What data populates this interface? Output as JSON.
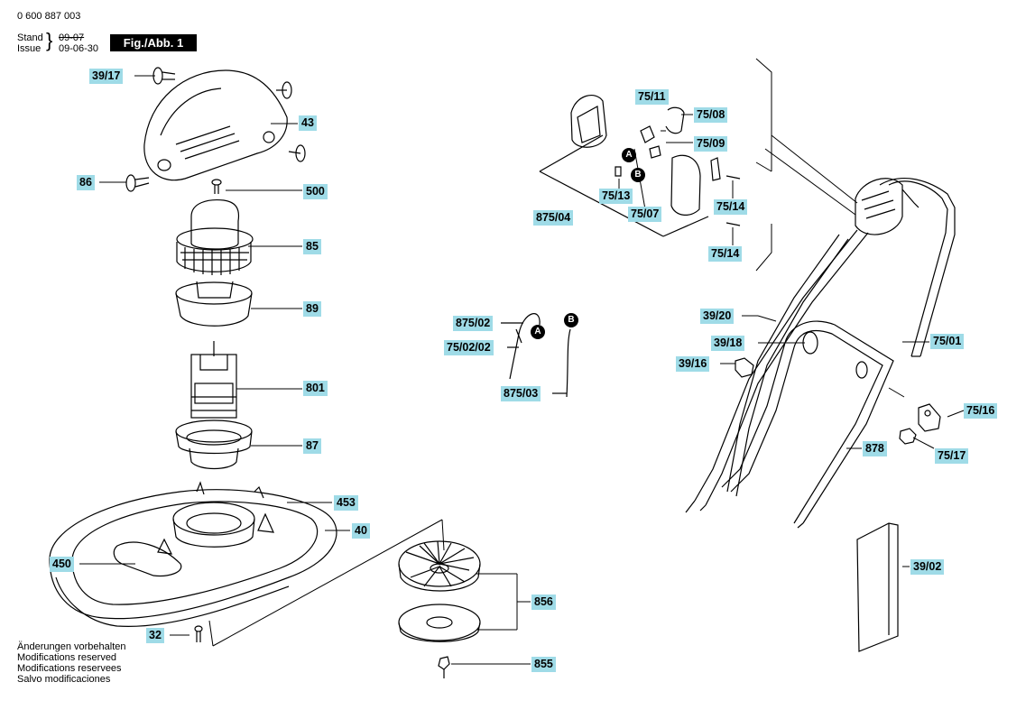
{
  "header": {
    "doc_number": "0 600 887 003",
    "stand_label": "Stand",
    "issue_label": "Issue",
    "old_date": "09-07",
    "new_date": "09-06-30",
    "fig_badge": "Fig./Abb. 1"
  },
  "notes": [
    "Änderungen vorbehalten",
    "Modifications reserved",
    "Modifications reservees",
    "Salvo modificaciones"
  ],
  "badges": {
    "a": "A",
    "b": "B"
  },
  "parts": {
    "p39_17": "39/17",
    "p43": "43",
    "p86": "86",
    "p500": "500",
    "p85": "85",
    "p89": "89",
    "p801": "801",
    "p87": "87",
    "p453": "453",
    "p40": "40",
    "p450": "450",
    "p32": "32",
    "p856": "856",
    "p855": "855",
    "p75_11": "75/11",
    "p75_08": "75/08",
    "p75_09": "75/09",
    "p75_13": "75/13",
    "p875_04": "875/04",
    "p75_07": "75/07",
    "p75_14a": "75/14",
    "p75_14b": "75/14",
    "p875_02": "875/02",
    "p75_02_02": "75/02/02",
    "p875_03": "875/03",
    "p39_20": "39/20",
    "p39_18": "39/18",
    "p39_16": "39/16",
    "p75_01": "75/01",
    "p75_16": "75/16",
    "p878": "878",
    "p75_17": "75/17",
    "p39_02": "39/02"
  }
}
